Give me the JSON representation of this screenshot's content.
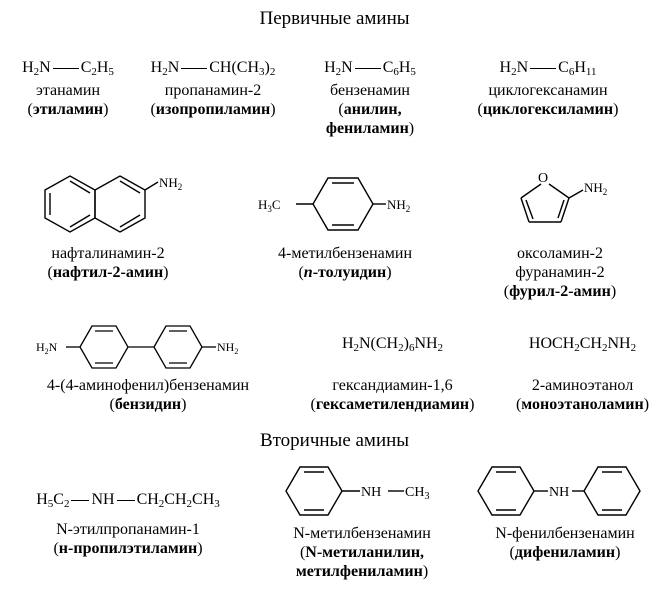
{
  "headings": {
    "primary": "Первичные амины",
    "secondary": "Вторичные амины"
  },
  "row1": [
    {
      "formula_left": "H",
      "formula_left_sub": "2",
      "formula_left2": "N",
      "formula_right": "C",
      "formula_right_sub": "2",
      "formula_right2": "H",
      "formula_right_sub2": "5",
      "name": "этанамин",
      "trivial": "этиламин"
    },
    {
      "formula_left": "H",
      "formula_left_sub": "2",
      "formula_left2": "N",
      "formula_right": "CH(CH",
      "formula_right_sub": "3",
      "formula_right2": ")",
      "formula_right_sub2": "2",
      "name": "пропанамин-2",
      "trivial": "изопропиламин"
    },
    {
      "formula_left": "H",
      "formula_left_sub": "2",
      "formula_left2": "N",
      "formula_right": "C",
      "formula_right_sub": "6",
      "formula_right2": "H",
      "formula_right_sub2": "5",
      "name": "бензенамин",
      "trivial": "анилин,",
      "trivial2": "фениламин"
    },
    {
      "formula_left": "H",
      "formula_left_sub": "2",
      "formula_left2": "N",
      "formula_right": "C",
      "formula_right_sub": "6",
      "formula_right2": "H",
      "formula_right_sub2": "11",
      "name": "циклогексанамин",
      "trivial": "циклогексиламин"
    }
  ],
  "row2": [
    {
      "group": "NH",
      "group_sub": "2",
      "name": "нафталинамин-2",
      "trivial": "нафтил-2-амин"
    },
    {
      "methyl": "H",
      "methyl_sub": "3",
      "methyl2": "C",
      "group": "NH",
      "group_sub": "2",
      "name": "4-метилбензенамин",
      "trivial_prefix": "п",
      "trivial": "-толуидин"
    },
    {
      "hetero": "O",
      "group": "NH",
      "group_sub": "2",
      "name": "оксоламин-2",
      "name2": "фуранамин-2",
      "trivial": "фурил-2-амин"
    }
  ],
  "row3": [
    {
      "left": "H",
      "left_sub": "2",
      "left2": "N",
      "right": "NH",
      "right_sub": "2",
      "name": "4-(4-аминофенил)бензенамин",
      "trivial": "бензидин"
    },
    {
      "formula": "H",
      "f1": "2",
      "formula2": "N(CH",
      "f2": "2",
      "formula3": ")",
      "f3": "6",
      "formula4": "NH",
      "f4": "2",
      "name": "гександиамин-1,6",
      "trivial": "гексаметилендиамин"
    },
    {
      "formula": "HOCH",
      "f1": "2",
      "formula2": "CH",
      "f2": "2",
      "formula3": "NH",
      "f3": "2",
      "name": "2-аминоэтанол",
      "trivial": "моноэтаноламин"
    }
  ],
  "row4": [
    {
      "p1": "H",
      "p1s": "5",
      "p2": "C",
      "p2s": "2",
      "mid": "NH",
      "r1": "CH",
      "r1s": "2",
      "r2": "CH",
      "r2s": "2",
      "r3": "CH",
      "r3s": "3",
      "name": "N-этилпропанамин-1",
      "trivial": "н-пропилэтиламин"
    },
    {
      "group": "NH",
      "r": "CH",
      "rs": "3",
      "name": "N-метилбензенамин",
      "trivial": "N-метиланилин,",
      "trivial2": "метилфениламин"
    },
    {
      "group": "NH",
      "name": "N-фенилбензенамин",
      "trivial": "дифениламин"
    }
  ],
  "paren_open": "(",
  "paren_close": ")"
}
